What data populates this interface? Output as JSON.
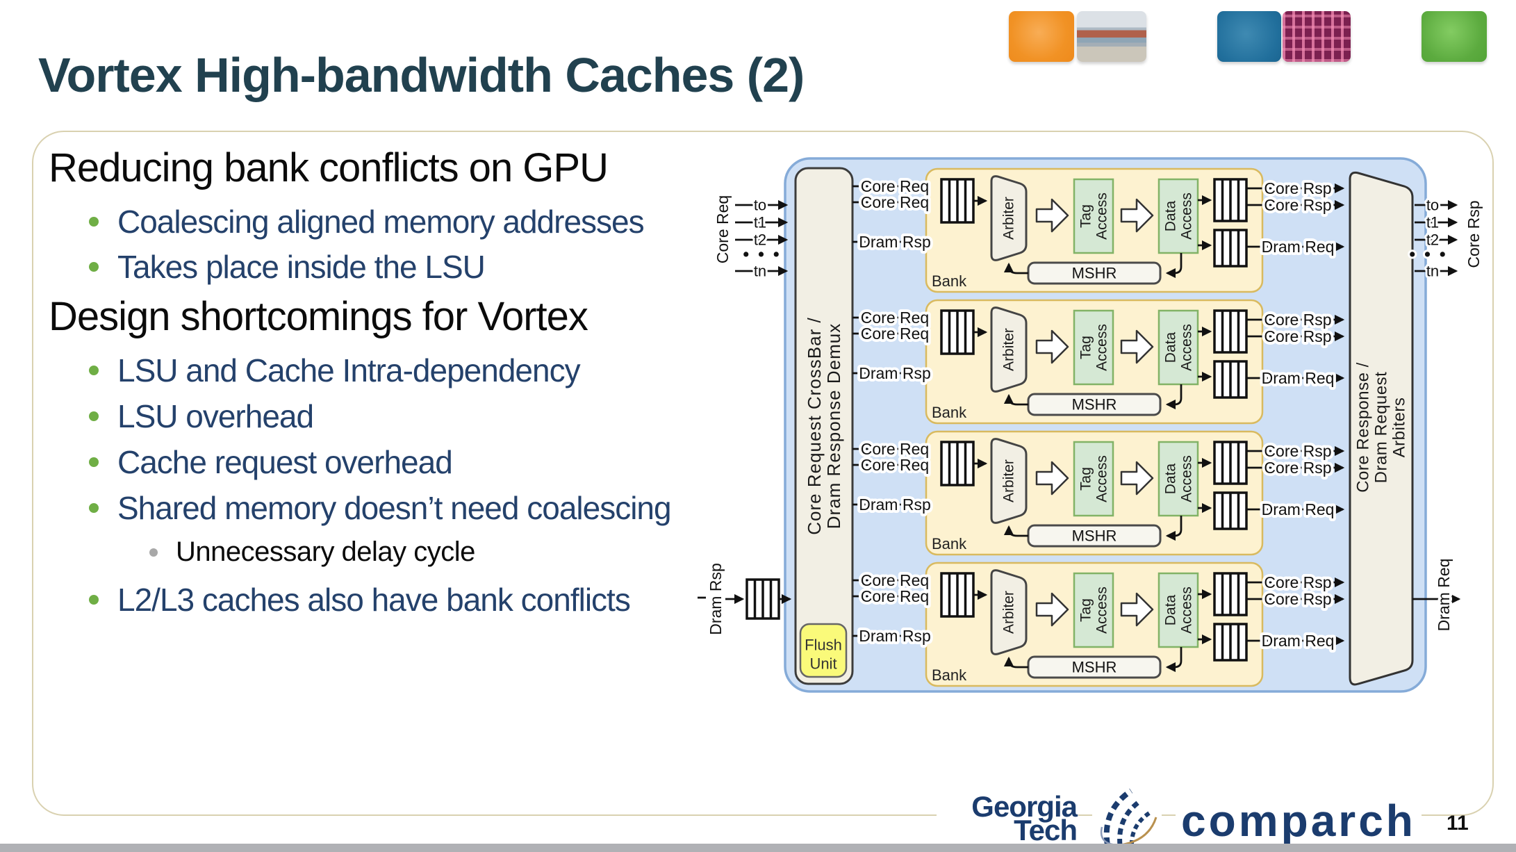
{
  "slide": {
    "title": "Vortex High-bandwidth Caches (2)",
    "page_number": "11"
  },
  "content": {
    "section1": {
      "heading": "Reducing bank conflicts on GPU",
      "bullets": [
        "Coalescing aligned memory addresses",
        "Takes place inside the LSU"
      ]
    },
    "section2": {
      "heading": "Design shortcomings for Vortex",
      "bullets": [
        "LSU and Cache Intra-dependency",
        "LSU overhead",
        "Cache request overhead",
        "Shared memory doesn’t need coalescing",
        "L2/L3 caches also have bank conflicts"
      ],
      "sub_bullets": [
        "Unnecessary delay cycle"
      ]
    }
  },
  "diagram": {
    "input": {
      "side_label": "Core Req",
      "threads": [
        "to",
        "t1",
        "t2",
        "tn"
      ],
      "dots": "• • •",
      "dram_rsp": "Dram Rsp"
    },
    "crossbar": {
      "line1": "Core Request CrossBar /",
      "line2": "Dram Response Demux"
    },
    "flush_unit": {
      "line1": "Flush",
      "line2": "Unit"
    },
    "banks_count": 4,
    "bank": {
      "label": "Bank",
      "core_req": "Core Req",
      "dram_rsp": "Dram Rsp",
      "arbiter": "Arbiter",
      "tag1": "Tag",
      "tag2": "Access",
      "data1": "Data",
      "data2": "Access",
      "mshr": "MSHR",
      "core_rsp": "Core Rsp",
      "dram_req": "Dram Req"
    },
    "output": {
      "arbiters_line1": "Core Response /",
      "arbiters_line2": "Dram Request",
      "arbiters_line3": "Arbiters",
      "side_label": "Core Rsp",
      "threads": [
        "to",
        "t1",
        "t2",
        "tn"
      ],
      "dots": "• • •",
      "dram_req": "Dram Req"
    }
  },
  "footer": {
    "org_line1": "Georgia",
    "org_line2": "Tech",
    "brand": "comparch"
  },
  "colors": {
    "title_navy": "#21414f",
    "bullet_navy": "#24416b",
    "bullet_green": "#6fae45",
    "container_blue": "#cfe0f5",
    "bank_yellow": "#fdf2d0",
    "access_green": "#d5e8d4",
    "flush_yellow": "#fafa7a"
  }
}
